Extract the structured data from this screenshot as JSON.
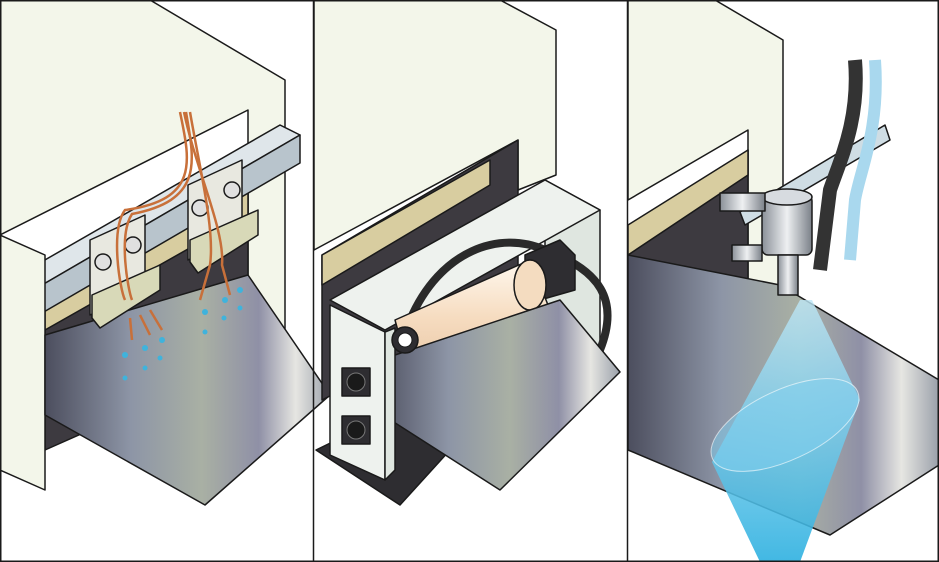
{
  "panels": [
    {
      "name": "wire-brush-station"
    },
    {
      "name": "roller-station"
    },
    {
      "name": "spray-nozzle-station"
    }
  ],
  "colors": {
    "machine_body": "#f3f6ea",
    "rail": "#c9d4dc",
    "tan_strip": "#d8cda0",
    "opening": "#3d3a40",
    "copper": "#c8703a",
    "water": "#3fb3dc",
    "roller": "#f8e8d2",
    "spray": "#6cc8ea"
  }
}
